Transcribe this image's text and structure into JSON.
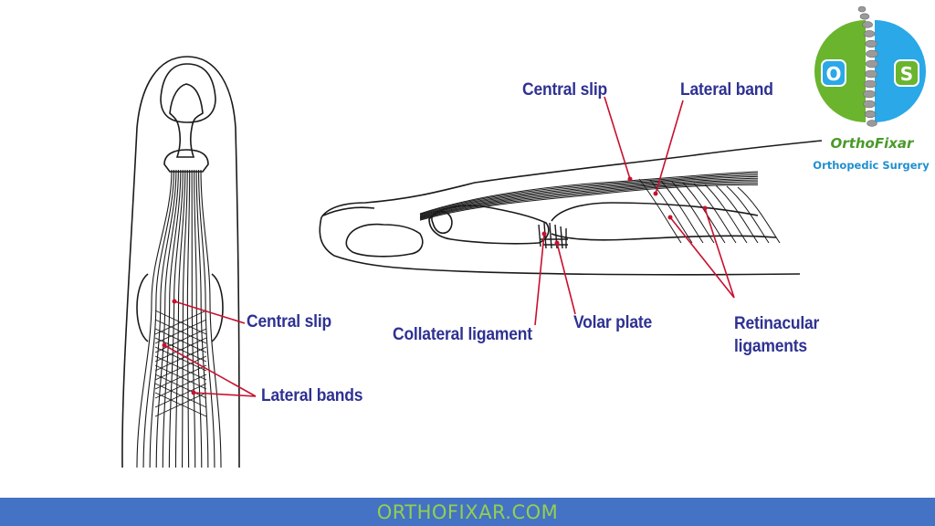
{
  "labels": {
    "dorsal_central_slip": "Central slip",
    "dorsal_lateral_bands": "Lateral bands",
    "lateral_central_slip": "Central slip",
    "lateral_band": "Lateral band",
    "collateral_ligament": "Collateral ligament",
    "volar_plate": "Volar plate",
    "retinacular_line1": "Retinacular",
    "retinacular_line2": "ligaments"
  },
  "brand": {
    "logo_letters": [
      "O",
      "S"
    ],
    "name": "OrthoFixar",
    "tagline": "Orthopedic Surgery"
  },
  "footer": {
    "text": "ORTHOFIXAR.COM"
  },
  "colors": {
    "label_text": "#2e3192",
    "leader_line": "#c8102e",
    "drawing": "#1a1a1a",
    "footer_bg": "#4472c4",
    "footer_text": "#92d050",
    "brand_name": "#4a9a2a",
    "brand_tag": "#1f8fd0",
    "logo_green": "#6ab42e",
    "logo_blue": "#2aa8e8"
  }
}
